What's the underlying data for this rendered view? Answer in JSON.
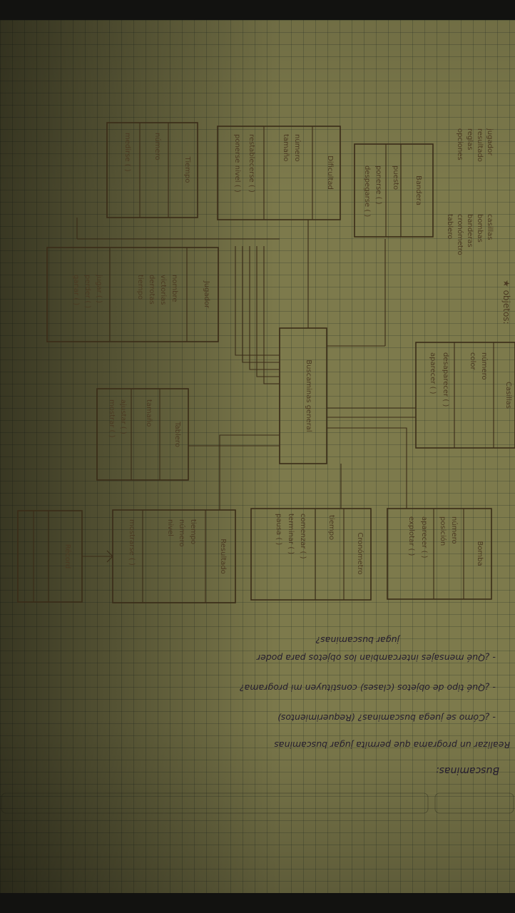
{
  "notes": {
    "title": "Buscaminas:",
    "intro": "Realizar un programa que permita jugar buscaminas",
    "questions": [
      "- ¿Cómo se juega buscaminas? (Requerimientos)",
      "- ¿Qué tipo de objetos (clases) constituyen mi programa?",
      "- ¿Qué mensajes intercambian los objetos para poder",
      "jugar buscaminas?"
    ],
    "objects_header": "★ objetos:",
    "objects": [
      "casillas",
      "bombas",
      "banderas",
      "cronómetro",
      "tablero",
      "jugador",
      "resultado",
      "reglas",
      "opciones"
    ]
  },
  "classes": {
    "bandera": {
      "name": "Bandera",
      "attrs": [
        "puesto"
      ],
      "methods": [
        "ponerse ( )",
        "despegarse ( )"
      ]
    },
    "dificultad": {
      "name": "Dificultad",
      "attrs": [
        "número",
        "tamaño"
      ],
      "methods": [
        "restablecerse ( )",
        "ponerse nivel ( )"
      ]
    },
    "tiempo": {
      "name": "Tiempo",
      "attrs": [
        "número"
      ],
      "methods": [
        "medirse ( )"
      ]
    },
    "jugador": {
      "name": "Jugador",
      "attrs": [
        "nombre",
        "victorias",
        "derrotas",
        "tiempo"
      ],
      "methods": [
        "jugar ( )",
        "perder ( )",
        "ganar ( )"
      ]
    },
    "programa": {
      "name": "Buscaminas general"
    },
    "casillas": {
      "name": "Casillas",
      "attrs": [
        "número",
        "color"
      ],
      "methods": [
        "desaparecer ( )",
        "aparecer ( )"
      ]
    },
    "tablero": {
      "name": "Tablero",
      "attrs": [
        "tamaño"
      ],
      "methods": [
        "ajustar ( )",
        "mostrar ( )"
      ]
    },
    "bomba": {
      "name": "Bomba",
      "attrs": [
        "número",
        "posición"
      ],
      "methods": [
        "aparecer ( )",
        "explotar ( )"
      ]
    },
    "cronometro": {
      "name": "Cronómetro",
      "attrs": [
        "tiempo"
      ],
      "methods": [
        "comenzar ( )",
        "terminar ( )",
        "pausa ( )"
      ]
    },
    "resultado": {
      "name": "Resultado",
      "attrs": [
        "tiempo",
        "número",
        "nivel"
      ],
      "methods": [
        "mostrarse ( )"
      ]
    },
    "record": {
      "name": "Récord"
    }
  }
}
